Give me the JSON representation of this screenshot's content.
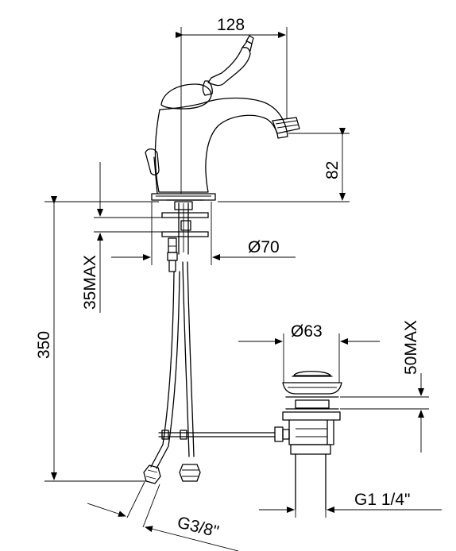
{
  "dimensions": {
    "spout_reach": "128",
    "spout_height": "82",
    "total_length": "350",
    "max_thickness_tap": "35MAX",
    "base_diameter": "Ø70",
    "drain_diameter": "Ø63",
    "max_thickness_drain": "50MAX",
    "drain_thread": "G1 1/4\"",
    "hose_thread": "G3/8\""
  }
}
